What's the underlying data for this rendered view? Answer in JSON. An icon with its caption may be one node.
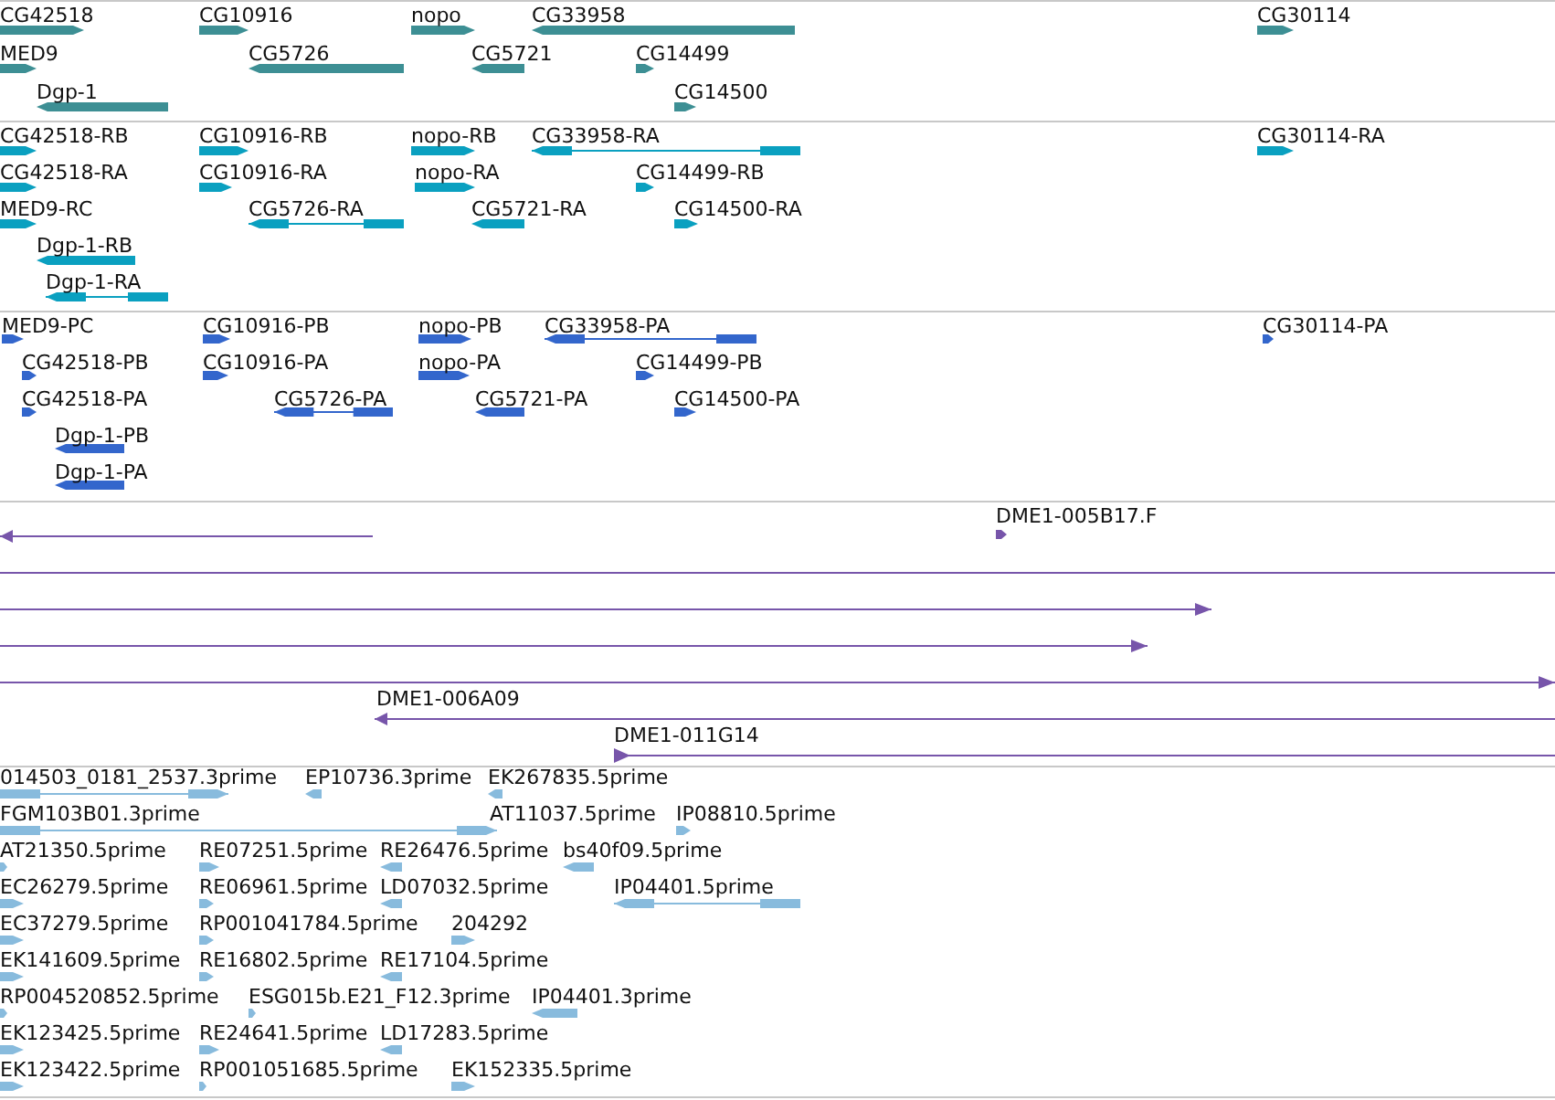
{
  "diagram": {
    "labels": [
      "CG42518",
      "CG10916",
      "nopo",
      "CG33958",
      "CG30114",
      "MED9",
      "CG5726",
      "CG5721",
      "CG14499",
      "Dgp-1",
      "CG14500",
      "CG42518-RB",
      "CG10916-RB",
      "nopo-RB",
      "CG33958-RA",
      "CG30114-RA",
      "CG42518-RA",
      "CG10916-RA",
      "nopo-RA",
      "CG14499-RB",
      "MED9-RC",
      "CG5726-RA",
      "CG5721-RA",
      "CG14500-RA",
      "Dgp-1-RB",
      "Dgp-1-RA",
      "MED9-PC",
      "CG10916-PB",
      "nopo-PB",
      "CG33958-PA",
      "CG30114-PA",
      "CG42518-PB",
      "CG10916-PA",
      "nopo-PA",
      "CG14499-PB",
      "CG42518-PA",
      "CG5726-PA",
      "CG5721-PA",
      "CG14500-PA",
      "Dgp-1-PB",
      "Dgp-1-PA",
      "DME1-005B17.F",
      "DME1-006A09",
      "DME1-011G14",
      "014503_0181_2537.3prime",
      "EP10736.3prime",
      "EK267835.5prime",
      "FGM103B01.3prime",
      "AT11037.5prime",
      "IP08810.5prime",
      "AT21350.5prime",
      "RE07251.5prime",
      "RE26476.5prime",
      "bs40f09.5prime",
      "EC26279.5prime",
      "RE06961.5prime",
      "LD07032.5prime",
      "IP04401.5prime",
      "EC37279.5prime",
      "RP001041784.5prime",
      "204292",
      "EK141609.5prime",
      "RE16802.5prime",
      "RE17104.5prime",
      "RP004520852.5prime",
      "ESG015b.E21_F12.3prime",
      "IP04401.3prime",
      "EK123425.5prime",
      "RE24641.5prime",
      "LD17283.5prime",
      "EK123422.5prime",
      "RP001051685.5prime",
      "EK152335.5prime"
    ]
  }
}
